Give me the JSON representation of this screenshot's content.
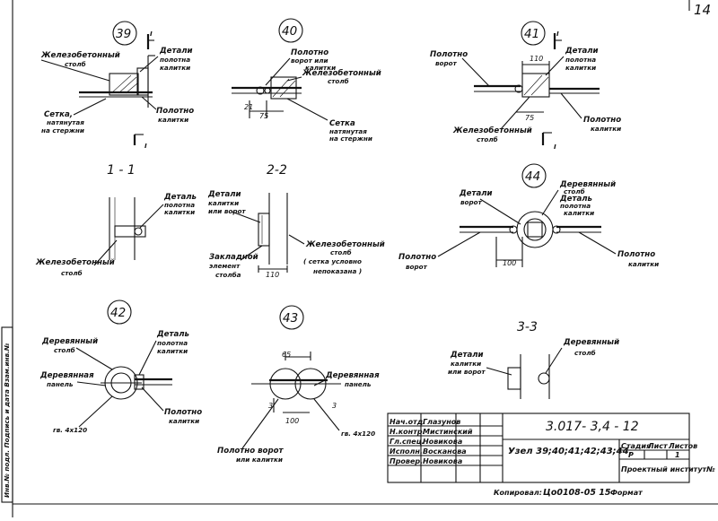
{
  "page_number": "14",
  "nodes": {
    "n39": {
      "num": "39",
      "l1": "Железобетонный",
      "l2": "столб",
      "r1": "Детали",
      "r2": "полотна",
      "r3": "калитки",
      "b1": "Сетка,",
      "b2": "натянутая",
      "b3": "на стержни",
      "b4": "Полотно",
      "b5": "калитки",
      "cut": "I"
    },
    "n40": {
      "num": "40",
      "t1": "Полотно",
      "t2": "ворот или",
      "t3": "калитки",
      "t4": "Железобетонный",
      "t5": "столб",
      "b1": "Сетка",
      "b2": "натянутая",
      "b3": "на стержни",
      "d1": "21",
      "d2": "75"
    },
    "n41": {
      "num": "41",
      "l1": "Полотно",
      "l2": "ворот",
      "r1": "Детали",
      "r2": "полотна",
      "r3": "калитки",
      "d1": "110",
      "d2": "75",
      "b1": "Железобетонный",
      "b2": "столб",
      "b3": "Полотно",
      "b4": "калитки",
      "cut": "I"
    },
    "s11": {
      "title": "1 - 1",
      "r1": "Деталь",
      "r2": "полотна",
      "r3": "калитки",
      "l1": "Железобетонный",
      "l2": "столб"
    },
    "s22": {
      "title": "2-2",
      "l1": "Детали",
      "l2": "калитки",
      "l3": "или ворот",
      "b1": "Закладной",
      "b2": "элемент",
      "b3": "столба",
      "d1": "110",
      "r1": "Железобетонный",
      "r2": "столб",
      "r3": "( сетка условно",
      "r4": "непоказана )"
    },
    "n44": {
      "num": "44",
      "l1": "Детали",
      "l2": "ворот",
      "r1": "Деревянный",
      "r2": "столб",
      "r3": "Деталь",
      "r4": "полотна",
      "r5": "калитки",
      "b1": "Полотно",
      "b2": "ворот",
      "d1": "100",
      "b3": "Полотно",
      "b4": "калитки"
    },
    "n42": {
      "num": "42",
      "l1": "Деревянный",
      "l2": "столб",
      "l3": "Деревянная",
      "l4": "панель",
      "r1": "Деталь",
      "r2": "полотна",
      "r3": "калитки",
      "r4": "Полотно",
      "r5": "калитки",
      "b1": "гв. 4х120"
    },
    "n43": {
      "num": "43",
      "d1": "65",
      "d2": "3",
      "d3": "100",
      "d4": "3",
      "r1": "Деревянная",
      "r2": "панель",
      "r3": "гв. 4х120",
      "b1": "Полотно ворот",
      "b2": "или калитки"
    },
    "s33": {
      "title": "3-3",
      "l1": "Детали",
      "l2": "калитки",
      "l3": "или ворот",
      "r1": "Деревянный",
      "r2": "столб"
    }
  },
  "side_stamp": "Инв.№ подл.  Подпись и дата  Взам.инв.№",
  "title_block": {
    "rows": [
      {
        "role": "Нач.отд.",
        "name": "Глазунов"
      },
      {
        "role": "Н.контр.",
        "name": "Мистинский"
      },
      {
        "role": "Гл.спец.",
        "name": "Новикова"
      },
      {
        "role": "Исполн.",
        "name": "Восканова"
      },
      {
        "role": "Провер.",
        "name": "Новикова"
      }
    ],
    "code": "3.017- 3,4 - 12",
    "description": "Узел 39;40;41;42;43;44.",
    "stage_header": "Стадия",
    "sheet_header": "Лист",
    "sheets_header": "Листов",
    "stage": "Р",
    "sheet": "",
    "sheets": "1",
    "org": "Проектный институт№"
  },
  "footer": {
    "copied": "Копировал:",
    "number": "Цо0108-05  15",
    "format": "Формат"
  }
}
